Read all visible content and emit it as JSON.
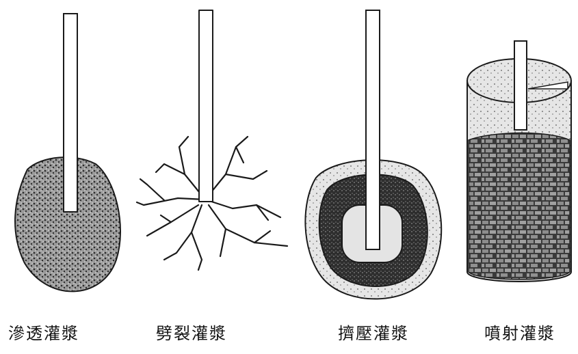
{
  "panels": [
    {
      "id": "permeation",
      "label": "滲透灌漿"
    },
    {
      "id": "fracture",
      "label": "劈裂灌漿"
    },
    {
      "id": "compaction",
      "label": "擠壓灌漿"
    },
    {
      "id": "jet",
      "label": "噴射灌漿"
    }
  ],
  "colors": {
    "ink": "#1a1a1a",
    "background": "#ffffff"
  }
}
